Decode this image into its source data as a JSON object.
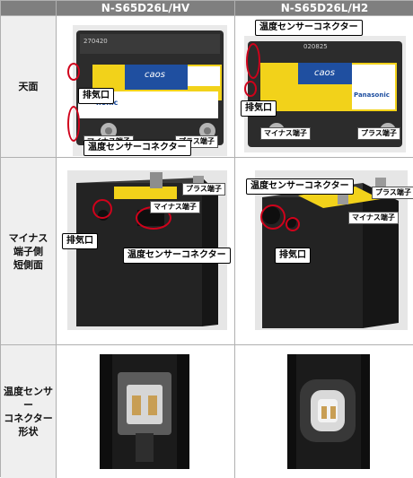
{
  "header": {
    "col1": "N-S65D26L/HV",
    "col2": "N-S65D26L/H2"
  },
  "rows": {
    "top": "天面",
    "side_line1": "マイナス",
    "side_line2": "端子側",
    "side_line3": "短側面",
    "connector_line1": "温度センサー",
    "connector_line2": "コネクター",
    "connector_line3": "形状"
  },
  "labels": {
    "exhaust": "排気口",
    "temp_connector": "温度センサーコネクター",
    "minus_terminal": "マイナス端子",
    "plus_terminal": "プラス端子"
  },
  "battery_text": {
    "hv_code": "270420",
    "h2_code": "020825",
    "brand": "caos",
    "maker_partial": "nonic",
    "maker": "Panasonic"
  },
  "colors": {
    "header_bg": "#7f7f7f",
    "rowhead_bg": "#efefef",
    "ring": "#d0021b",
    "battery_dark": "#2c2c2c",
    "label_yellow": "#f2d21a"
  }
}
